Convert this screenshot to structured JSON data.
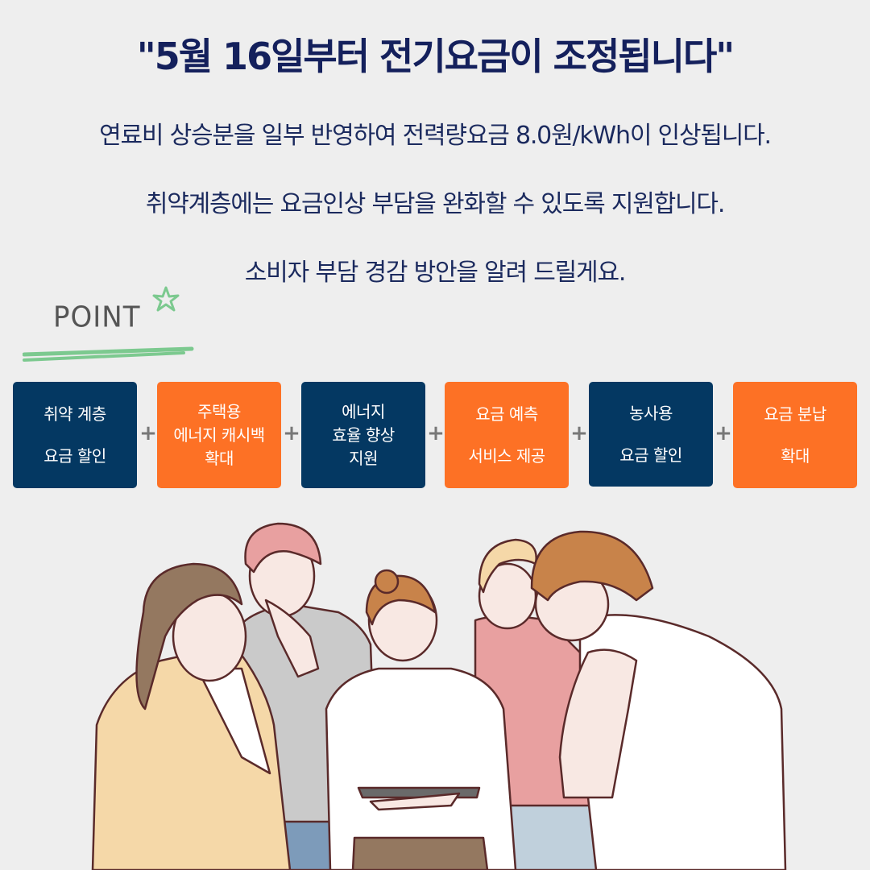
{
  "headline": "\"5월 16일부터 전기요금이 조정됩니다\"",
  "body_lines": [
    "연료비 상승분을 일부 반영하여 전력량요금 8.0원/kWh이 인상됩니다.",
    "취약계층에는 요금인상 부담을 완화할 수 있도록 지원합니다.",
    "소비자 부담 경감 방안을 알려 드릴게요."
  ],
  "point": {
    "label": "POINT",
    "icons": [
      "star-icon",
      "underline-stroke"
    ],
    "accent_color": "#7cc98f"
  },
  "cards": [
    {
      "lines": [
        "취약 계층",
        "요금 할인"
      ],
      "color": "navy"
    },
    {
      "lines": [
        "주택용",
        "에너지 캐시백",
        "확대"
      ],
      "color": "orange"
    },
    {
      "lines": [
        "에너지",
        "효율 향상",
        "지원"
      ],
      "color": "navy"
    },
    {
      "lines": [
        "요금 예측",
        "서비스 제공"
      ],
      "color": "orange"
    },
    {
      "lines": [
        "농사용",
        "요금 할인"
      ],
      "color": "navy"
    },
    {
      "lines": [
        "요금 분납",
        "확대"
      ],
      "color": "orange"
    }
  ],
  "separator": "+",
  "colors": {
    "background": "#eeeeee",
    "headline": "#14205c",
    "body_text": "#1b2a5e",
    "card_navy": "#043862",
    "card_orange": "#fd7125",
    "plus": "#777777"
  },
  "illustration": {
    "description": "Five people gathered around a tablet",
    "people": [
      "woman-yellow-blazer",
      "man-pink-hair-grey-shirt",
      "woman-bun-white-shirt-tablet",
      "person-blonde-pink-shirt",
      "man-brown-hair-white-tshirt"
    ]
  }
}
